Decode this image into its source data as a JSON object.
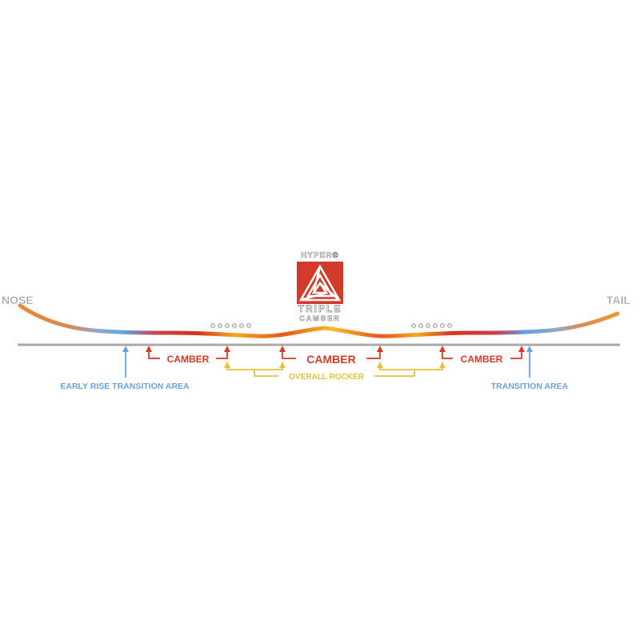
{
  "end_labels": {
    "nose": "NOSE",
    "tail": "TAIL"
  },
  "logo": {
    "brand": "HYPER®",
    "line1": "TRIPLE",
    "line2": "CAMBER"
  },
  "labels": {
    "camber_left": "CAMBER",
    "camber_center": "CAMBER",
    "camber_right": "CAMBER",
    "overall_rocker": "OVERALL ROCKER",
    "early_rise": "EARLY RISE TRANSITION AREA",
    "transition": "TRANSITION AREA"
  },
  "colors": {
    "camber": "#d93a22",
    "rocker": "#e6c23a",
    "transition": "#6aa3e0",
    "baseline": "#a9a9a9",
    "end_label": "#9a9a9a",
    "logo_red": "#d23b2b"
  }
}
